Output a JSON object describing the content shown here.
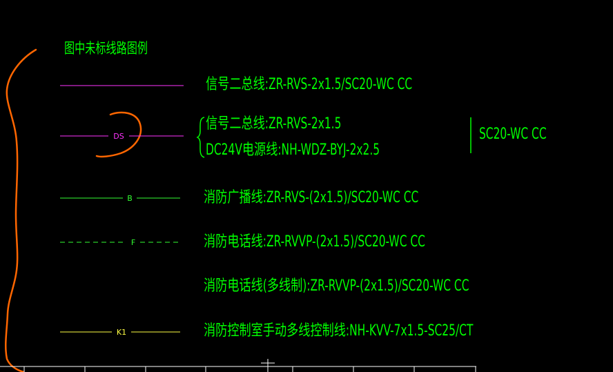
{
  "legend": {
    "title": "图中未标线路图例",
    "colors": {
      "text": "#00ff00",
      "signal_bus": "#ff33ff",
      "broadcast": "#33ff33",
      "control": "#ffff44",
      "markup": "#ff6600"
    },
    "rows": [
      {
        "spec": "信号二总线:ZR-RVS-2x1.5/SC20-WC CC"
      },
      {
        "sample": "DS",
        "spec_lines": [
          "信号二总线:ZR-RVS-2x1.5",
          "DC24V电源线:NH-WDZ-BYJ-2x2.5"
        ],
        "shared": "SC20-WC CC"
      },
      {
        "sample": "B",
        "spec": "消防广播线:ZR-RVS-(2x1.5)/SC20-WC CC"
      },
      {
        "sample": "F",
        "spec": "消防电话线:ZR-RVVP-(2x1.5)/SC20-WC CC"
      },
      {
        "spec": "消防电话线(多线制):ZR-RVVP-(2x1.5)/SC20-WC CC"
      },
      {
        "sample": "K1",
        "spec": "消防控制室手动多线控制线:NH-KVV-7x1.5-SC25/CT"
      }
    ]
  }
}
